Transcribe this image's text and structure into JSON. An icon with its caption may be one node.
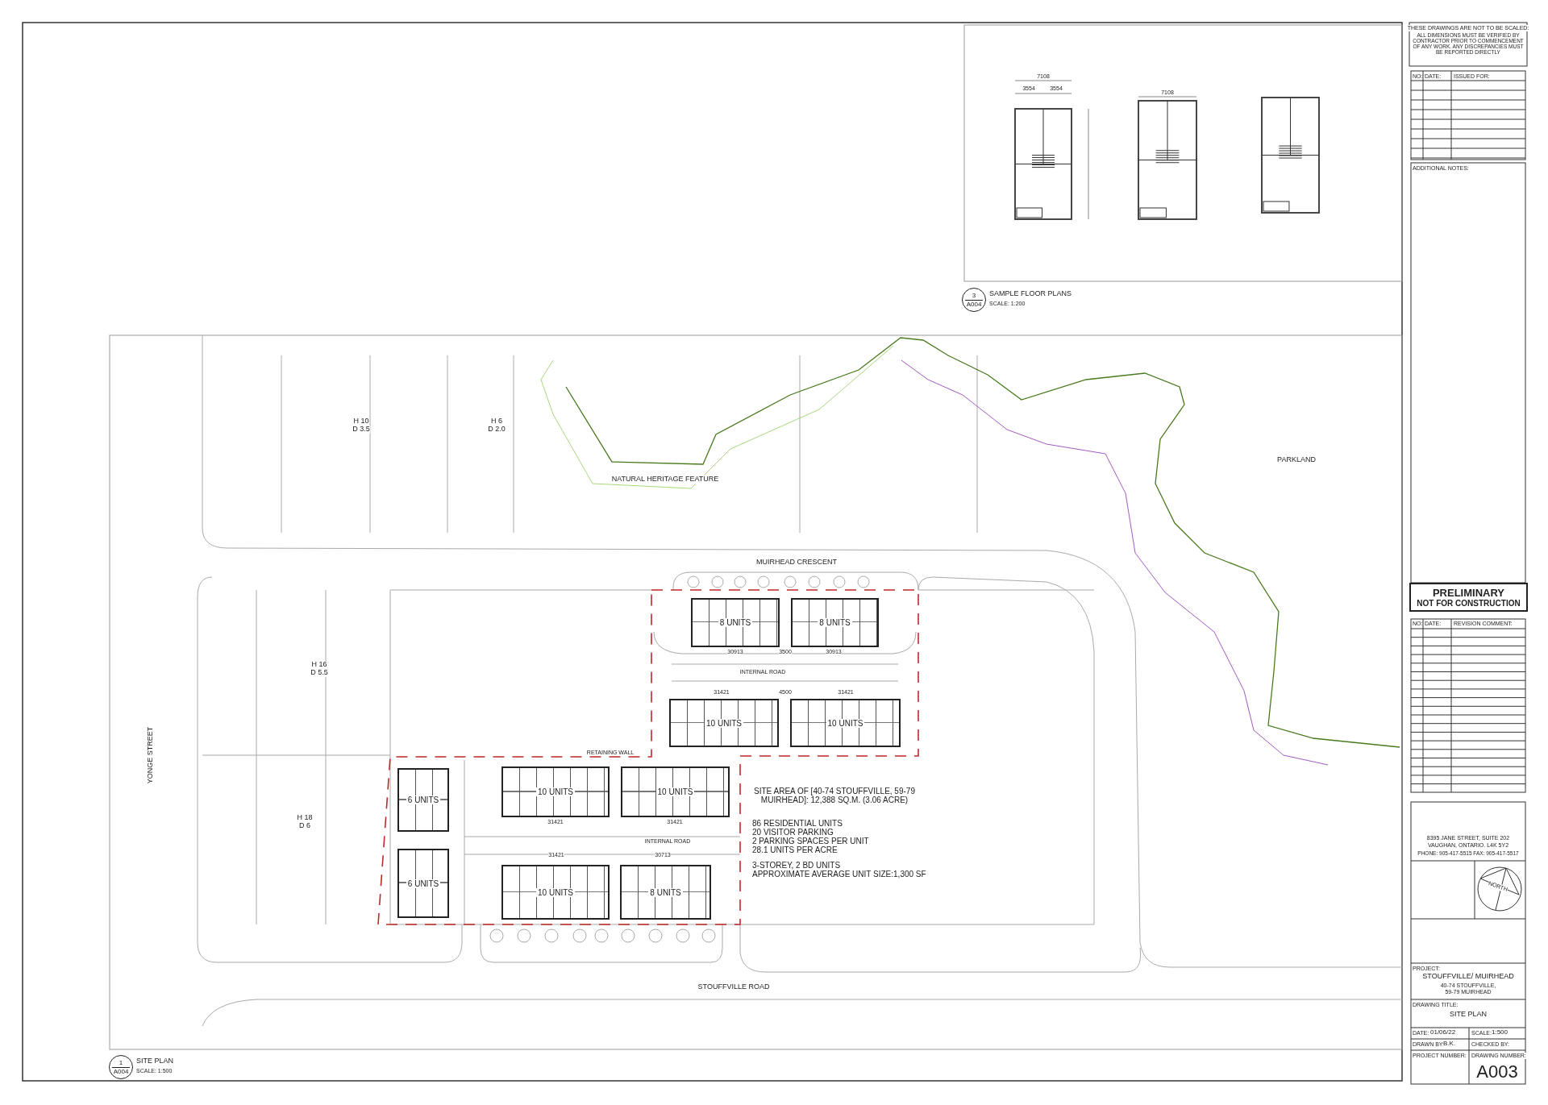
{
  "diagram": {
    "nodes": [
      {
        "text": [
          "3",
          "A004"
        ],
        "beside": [
          "SAMPLE FLOOR PLANS",
          "SCALE: 1:200"
        ]
      },
      {
        "text": [
          "PRELIMINARY",
          "NOT FOR CONSTRUCTION"
        ]
      },
      {
        "text": [
          "8 UNITS"
        ]
      },
      {
        "text": [
          "8 UNITS"
        ]
      },
      {
        "text": [
          "10 UNITS"
        ]
      },
      {
        "text": [
          "10 UNITS"
        ]
      },
      {
        "text": [
          "6 UNITS"
        ]
      },
      {
        "text": [
          "10 UNITS"
        ]
      },
      {
        "text": [
          "10 UNITS"
        ]
      },
      {
        "text": [
          "6 UNITS"
        ]
      },
      {
        "text": [
          "10 UNITS"
        ]
      },
      {
        "text": [
          "8 UNITS"
        ]
      },
      {
        "text": [
          "1",
          "A004"
        ],
        "beside": [
          "SITE PLAN",
          "SCALE: 1:500"
        ]
      }
    ],
    "labels": [
      "THESE DRAWINGS ARE NOT TO BE SCALED:",
      "ALL DIMENSIONS MUST BE VERIFIED BY CONTRACTOR PRIOR TO COMMENCEMENT OF ANY WORK. ANY DISCREPANCIES MUST BE REPORTED DIRECTLY",
      "NO:",
      "DATE:",
      "ISSUED FOR:",
      "ADDITIONAL NOTES:",
      "NO:",
      "DATE:",
      "REVISION COMMENT:",
      "8395 JANE STREET, SUITE 202",
      "VAUGHAN, ONTARIO.  L4K 5Y2",
      "PHONE: 905-417-5515  FAX: 905-417-5517",
      "NORTH",
      "PROJECT:",
      "STOUFFVILLE/ MUIRHEAD",
      "40-74 STOUFFVILLE, 59-79 MUIRHEAD",
      "DRAWING TITLE:",
      "SITE PLAN",
      "DATE:",
      "01/06/22",
      "SCALE:",
      "1:500",
      "DRAWN BY:",
      "B.K.",
      "CHECKED BY:",
      "PROJECT NUMBER:",
      "DRAWING NUMBER:",
      "A003",
      "7108",
      "3554",
      "3554",
      "7108",
      "H 10",
      "D 3.5",
      "H 6",
      "D 2.0",
      "NATURAL HERITAGE FEATURE",
      "PARKLAND",
      "MUIRHEAD CRESCENT",
      "H 16",
      "D 5.5",
      "30913",
      "3500",
      "30913",
      "INTERNAL ROAD",
      "31421",
      "4500",
      "31421",
      "YONGE STREET",
      "RETAINING WALL",
      "SITE AREA OF [40-74 STOUFFVILLE, 59-79 MUIRHEAD]: 12,388 SQ.M. (3.06 ACRE)",
      "86 RESIDENTIAL UNITS",
      "20 VISITOR PARKING",
      "2 PARKING SPACES PER UNIT",
      "28.1 UNITS PER ACRE",
      "3-STOREY, 2 BD UNITS",
      "APPROXIMATE AVERAGE UNIT SIZE:1,300 SF",
      "H 18",
      "D 6",
      "31421",
      "31421",
      "INTERNAL ROAD",
      "31421",
      "30713",
      "STOUFFVILLE ROAD"
    ]
  }
}
